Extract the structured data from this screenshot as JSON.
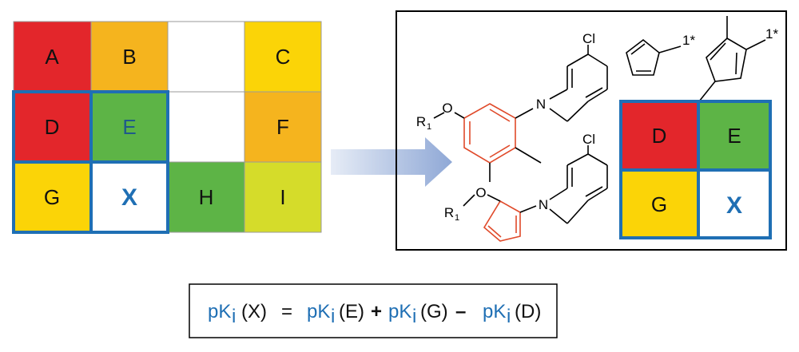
{
  "matrix": {
    "cells": [
      {
        "label": "A",
        "color": "#e3262b"
      },
      {
        "label": "B",
        "color": "#f5b41e"
      },
      {
        "label": "",
        "color": "#ffffff"
      },
      {
        "label": "C",
        "color": "#fbd407"
      },
      {
        "label": "D",
        "color": "#e3262b"
      },
      {
        "label": "E",
        "color": "#5db446"
      },
      {
        "label": "",
        "color": "#ffffff"
      },
      {
        "label": "F",
        "color": "#f5b41e"
      },
      {
        "label": "G",
        "color": "#fbd407"
      },
      {
        "label": "X",
        "color": "#ffffff"
      },
      {
        "label": "H",
        "color": "#5db446"
      },
      {
        "label": "I",
        "color": "#d5dc2a"
      }
    ]
  },
  "chemistry": {
    "chlorine_top": "Cl",
    "chlorine_bottom": "Cl",
    "nitrogen_top": "N",
    "nitrogen_bottom": "N",
    "oxygen_top": "O",
    "oxygen_bottom": "O",
    "r_top": "R",
    "r_top_sub": "1",
    "r_bottom": "R",
    "r_bottom_sub": "1",
    "attach_left": "1*",
    "attach_right": "1*"
  },
  "mini_matrix": {
    "cells": [
      {
        "label": "D",
        "color": "#e3262b"
      },
      {
        "label": "E",
        "color": "#5db446"
      },
      {
        "label": "G",
        "color": "#fbd407"
      },
      {
        "label": "X",
        "color": "#ffffff"
      }
    ]
  },
  "formula": {
    "pk": "pK",
    "sub": "i",
    "term_x": "(X)",
    "equals": "=",
    "term_e": "(E)",
    "plus": "+",
    "term_g": "(G)",
    "minus": "–",
    "term_d": "(D)"
  },
  "colors": {
    "red": "#e3262b",
    "orange": "#f5b41e",
    "yellow": "#fbd407",
    "green": "#5db446",
    "lime": "#d5dc2a",
    "accent_blue": "#1f6fb4",
    "motif_red": "#e04a2a"
  }
}
